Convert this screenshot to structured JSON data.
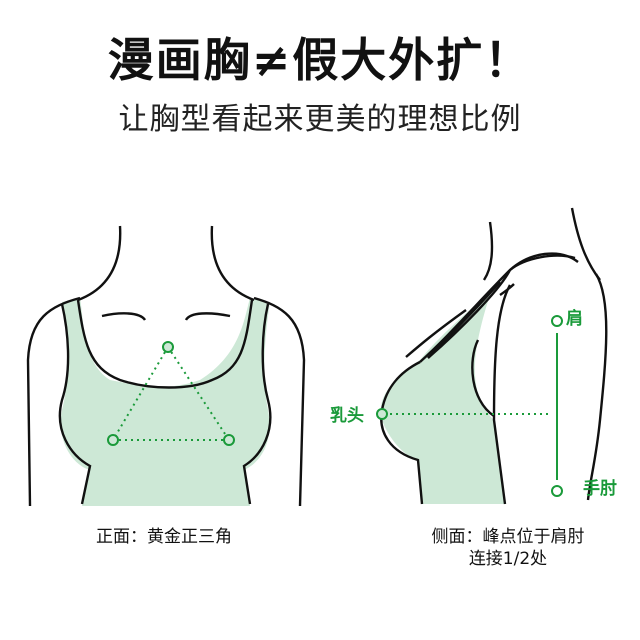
{
  "header": {
    "title": "漫画胸≠假大外扩！",
    "subtitle": "让胸型看起来更美的理想比例"
  },
  "front_view": {
    "caption": "正面：黄金正三角",
    "points": [
      "top-center",
      "left-bust",
      "right-bust"
    ]
  },
  "side_view": {
    "caption_line1": "侧面：峰点位于肩肘",
    "caption_line2": "连接1/2处",
    "labels": {
      "nipple": "乳头",
      "shoulder": "肩",
      "elbow": "手肘"
    }
  },
  "colors": {
    "fill_green": "#cde8d6",
    "marker_green": "#1a9a3a",
    "outline": "#111111"
  }
}
